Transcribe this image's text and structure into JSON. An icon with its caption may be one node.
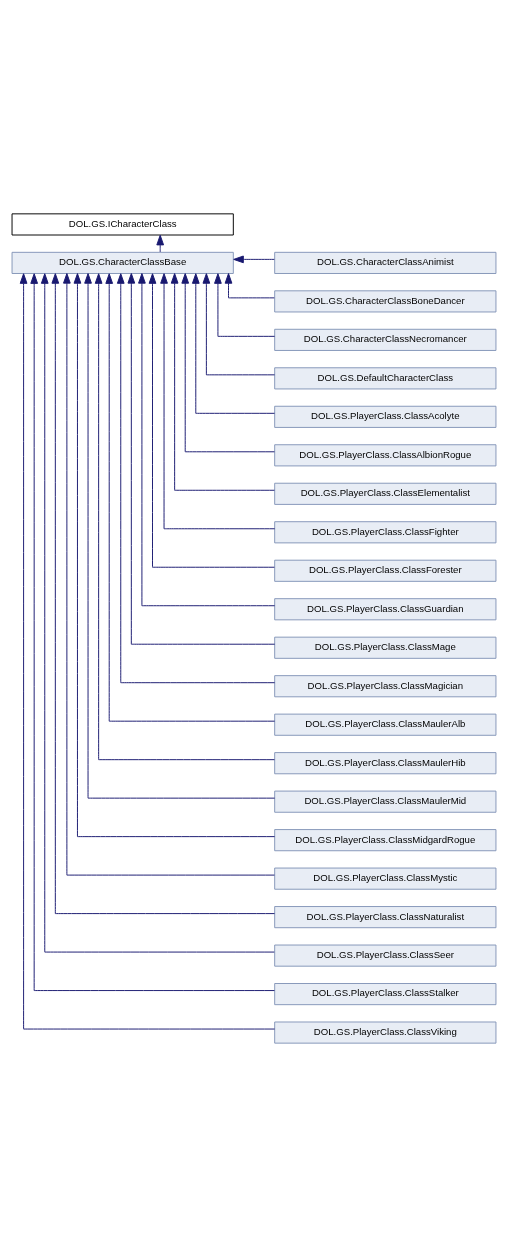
{
  "diagram": {
    "nodes": [
      {
        "text": [
          "DOL.GS.ICharacterClass"
        ]
      },
      {
        "text": [
          "DOL.GS.CharacterClassBase"
        ]
      },
      {
        "text": [
          "DOL.GS.CharacterClassAnimist"
        ]
      },
      {
        "text": [
          "DOL.GS.CharacterClassBoneDancer"
        ]
      },
      {
        "text": [
          "DOL.GS.CharacterClassNecromancer"
        ]
      },
      {
        "text": [
          "DOL.GS.DefaultCharacterClass"
        ]
      },
      {
        "text": [
          "DOL.GS.PlayerClass.ClassAcolyte"
        ]
      },
      {
        "text": [
          "DOL.GS.PlayerClass.ClassAlbionRogue"
        ]
      },
      {
        "text": [
          "DOL.GS.PlayerClass.ClassElementalist"
        ]
      },
      {
        "text": [
          "DOL.GS.PlayerClass.ClassFighter"
        ]
      },
      {
        "text": [
          "DOL.GS.PlayerClass.ClassForester"
        ]
      },
      {
        "text": [
          "DOL.GS.PlayerClass.ClassGuardian"
        ]
      },
      {
        "text": [
          "DOL.GS.PlayerClass.ClassMage"
        ]
      },
      {
        "text": [
          "DOL.GS.PlayerClass.ClassMagician"
        ]
      },
      {
        "text": [
          "DOL.GS.PlayerClass.ClassMaulerAlb"
        ]
      },
      {
        "text": [
          "DOL.GS.PlayerClass.ClassMaulerHib"
        ]
      },
      {
        "text": [
          "DOL.GS.PlayerClass.ClassMaulerMid"
        ]
      },
      {
        "text": [
          "DOL.GS.PlayerClass.ClassMidgardRogue"
        ]
      },
      {
        "text": [
          "DOL.GS.PlayerClass.ClassMystic"
        ]
      },
      {
        "text": [
          "DOL.GS.PlayerClass.ClassNaturalist"
        ]
      },
      {
        "text": [
          "DOL.GS.PlayerClass.ClassSeer"
        ]
      },
      {
        "text": [
          "DOL.GS.PlayerClass.ClassStalker"
        ]
      },
      {
        "text": [
          "DOL.GS.PlayerClass.ClassViking"
        ]
      }
    ],
    "edges": [
      {
        "from": 1,
        "to": 0,
        "arrow": "to"
      },
      {
        "from": 2,
        "to": 1,
        "arrow": "to"
      },
      {
        "from": 3,
        "to": 1,
        "arrow": "to"
      },
      {
        "from": 4,
        "to": 1,
        "arrow": "to"
      },
      {
        "from": 5,
        "to": 1,
        "arrow": "to"
      },
      {
        "from": 6,
        "to": 1,
        "arrow": "to"
      },
      {
        "from": 7,
        "to": 1,
        "arrow": "to"
      },
      {
        "from": 8,
        "to": 1,
        "arrow": "to"
      },
      {
        "from": 9,
        "to": 1,
        "arrow": "to"
      },
      {
        "from": 10,
        "to": 1,
        "arrow": "to"
      },
      {
        "from": 11,
        "to": 1,
        "arrow": "to"
      },
      {
        "from": 12,
        "to": 1,
        "arrow": "to"
      },
      {
        "from": 13,
        "to": 1,
        "arrow": "to"
      },
      {
        "from": 14,
        "to": 1,
        "arrow": "to"
      },
      {
        "from": 15,
        "to": 1,
        "arrow": "to"
      },
      {
        "from": 16,
        "to": 1,
        "arrow": "to"
      },
      {
        "from": 17,
        "to": 1,
        "arrow": "to"
      },
      {
        "from": 18,
        "to": 1,
        "arrow": "to"
      },
      {
        "from": 19,
        "to": 1,
        "arrow": "to"
      },
      {
        "from": 20,
        "to": 1,
        "arrow": "to"
      },
      {
        "from": 21,
        "to": 1,
        "arrow": "to"
      },
      {
        "from": 22,
        "to": 1,
        "arrow": "to"
      }
    ]
  }
}
